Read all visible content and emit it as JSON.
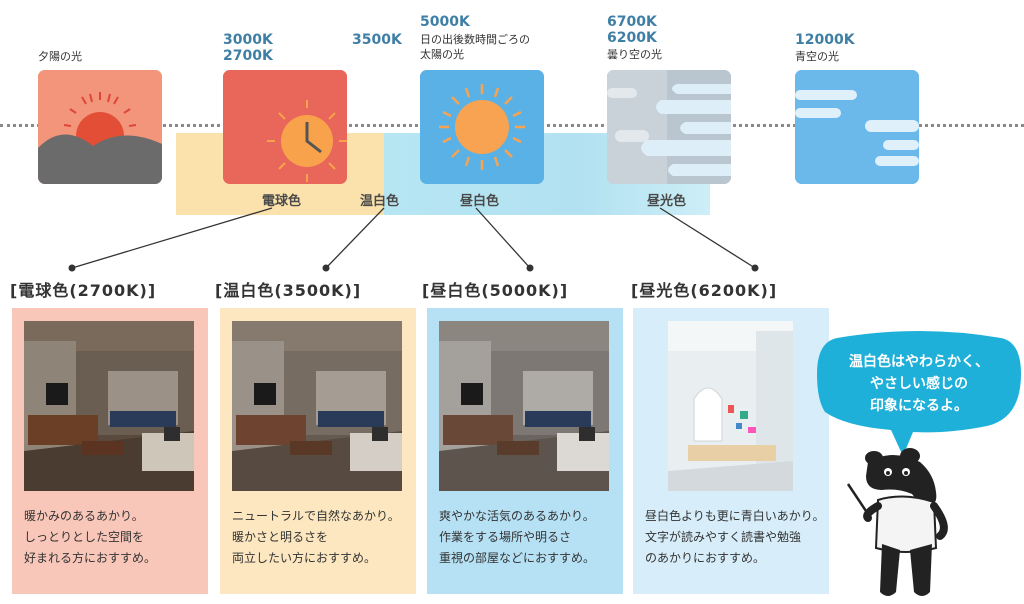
{
  "scale": {
    "stops": [
      {
        "caption": "夕陽の光"
      },
      {
        "kelvin_lines": [
          "3000K",
          "2700K"
        ]
      },
      {
        "kelvin_lines": [
          "3500K"
        ]
      },
      {
        "kelvin_lines": [
          "5000K"
        ],
        "caption_lines": [
          "日の出後数時間ごろの",
          "太陽の光"
        ]
      },
      {
        "kelvin_lines": [
          "6700K",
          "6200K"
        ],
        "caption_lines": [
          "曇り空の光"
        ]
      },
      {
        "kelvin_lines": [
          "12000K"
        ],
        "caption_lines": [
          "青空の光"
        ]
      }
    ],
    "bands": [
      "電球色",
      "温白色",
      "昼白色",
      "昼光色"
    ]
  },
  "categories": [
    {
      "title": "[電球色(2700K)]",
      "bg": "#f9c7b9",
      "desc": [
        "暖かみのあるあかり。",
        "しっとりとした空間を",
        "好まれる方におすすめ。"
      ]
    },
    {
      "title": "[温白色(3500K)]",
      "bg": "#fde7c0",
      "desc": [
        "ニュートラルで自然なあかり。",
        "暖かさと明るさを",
        "両立したい方におすすめ。"
      ]
    },
    {
      "title": "[昼白色(5000K)]",
      "bg": "#b6e1f4",
      "desc": [
        "爽やかな活気のあるあかり。",
        "作業をする場所や明るさ",
        "重視の部屋などにおすすめ。"
      ]
    },
    {
      "title": "[昼光色(6200K)]",
      "bg": "#d7eefa",
      "desc": [
        "昼白色よりも更に青白いあかり。",
        "文字が読みやすく読書や勉強",
        "のあかりにおすすめ。"
      ]
    }
  ],
  "bubble": {
    "lines": [
      "温白色はやわらかく、",
      "やさしい感じの",
      "印象になるよ。"
    ],
    "color": "#1eb0d9"
  },
  "colors": {
    "kelvin": "#3f7fa6",
    "sunset_tile": "#f2957a",
    "bulb_tile": "#e9665a",
    "sun_tile": "#5ab1e5",
    "cloud_tile": "#b9c5cf",
    "sky_tile": "#6bb8ea"
  }
}
